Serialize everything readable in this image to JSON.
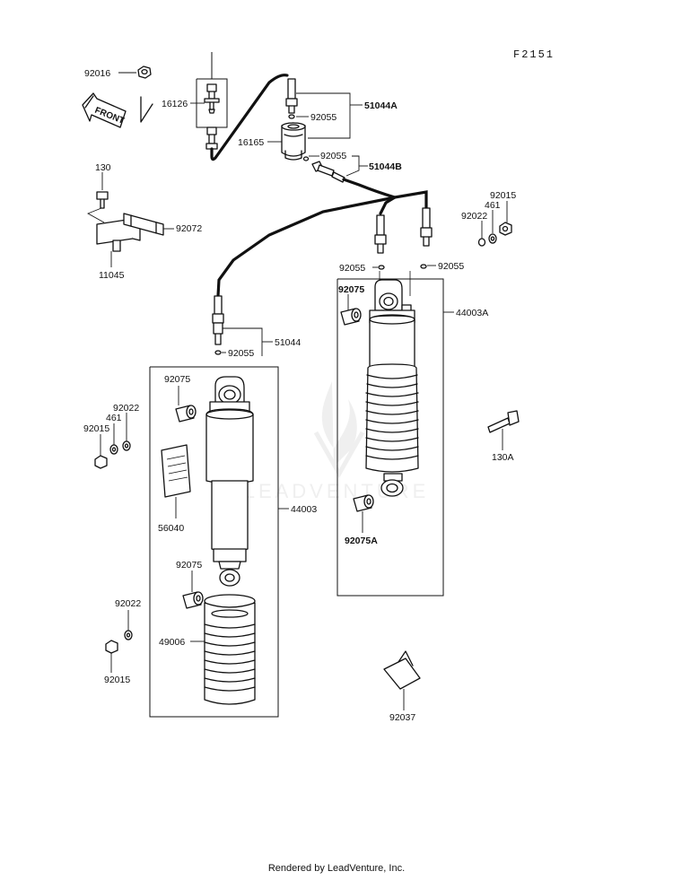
{
  "diagram_code": "F2151",
  "footer_text": "Rendered by LeadVenture, Inc.",
  "watermark_text": "LEADVENTURE",
  "front_label": "FRONT",
  "labels": {
    "p92016": "92016",
    "p16126": "16126",
    "p16165": "16165",
    "p51044A": "51044A",
    "p92055_a": "92055",
    "p92055_b": "92055",
    "p51044B": "51044B",
    "p130": "130",
    "p92072": "92072",
    "p11045": "11045",
    "p92015_r": "92015",
    "p461_r": "461",
    "p92022_r": "92022",
    "p92055_c": "92055",
    "p92055_d": "92055",
    "p92075_r": "92075",
    "p44003A": "44003A",
    "p51044": "51044",
    "p92055_e": "92055",
    "p92075_l1": "92075",
    "p92022_l": "92022",
    "p461_l": "461",
    "p92015_l": "92015",
    "p130A": "130A",
    "p56040": "56040",
    "p44003": "44003",
    "p92075A": "92075A",
    "p92075_l2": "92075",
    "p92022_l2": "92022",
    "p49006": "49006",
    "p92015_l2": "92015",
    "p92037": "92037"
  }
}
